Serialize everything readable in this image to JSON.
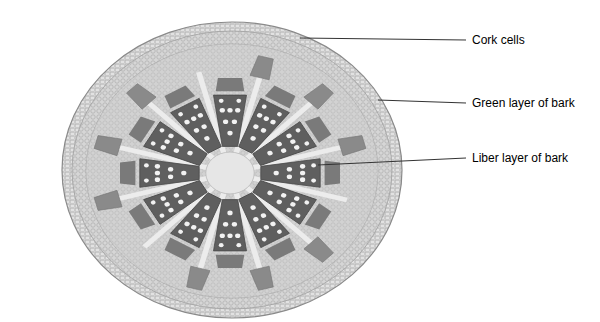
{
  "diagram": {
    "labels": [
      "Cork cells",
      "Green layer of bark",
      "Liber layer of bark"
    ]
  }
}
